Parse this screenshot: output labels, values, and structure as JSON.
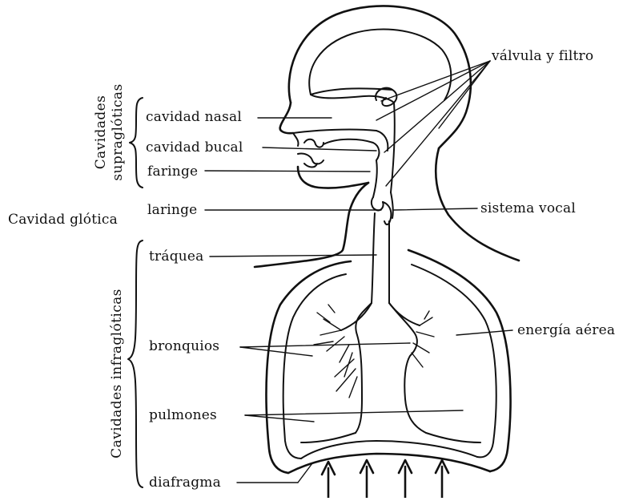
{
  "labels": {
    "valvula_filtro": "válvula y filtro",
    "cavidad_nasal": "cavidad nasal",
    "cavidad_bucal": "cavidad bucal",
    "faringe": "faringe",
    "laringe": "laringe",
    "sistema_vocal": "sistema vocal",
    "cavidad_glotica": "Cavidad glótica",
    "traquea": "tráquea",
    "bronquios": "bronquios",
    "energia_aerea": "energía aérea",
    "pulmones": "pulmones",
    "diafragma": "diafragma"
  },
  "groups": {
    "supragloticas_line1": "Cavidades",
    "supragloticas_line2": "supraglóticas",
    "infragloticas": "Cavidades infraglóticas"
  }
}
